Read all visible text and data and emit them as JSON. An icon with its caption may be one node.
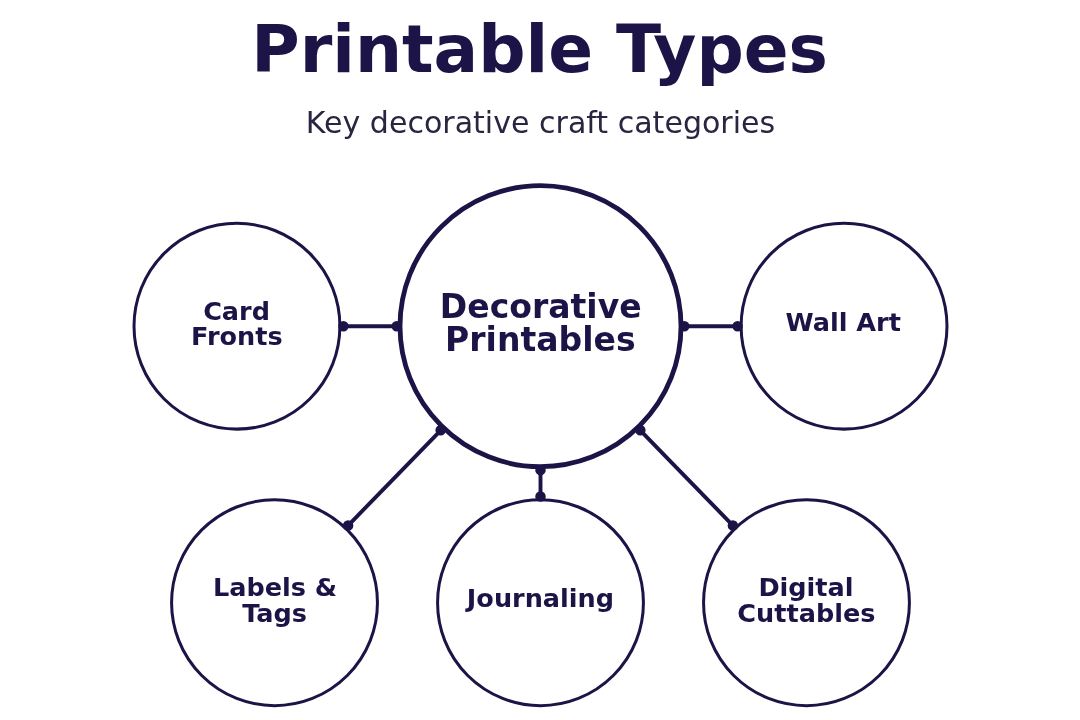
{
  "diagram": {
    "title": "Printable Types",
    "nodes": [
      {
        "text": [
          "Card Fronts"
        ]
      },
      {
        "text": [
          "Wall Art"
        ]
      },
      {
        "text": [
          "Decorative Printables"
        ]
      },
      {
        "text": [
          "Labels & Tags"
        ]
      },
      {
        "text": [
          "Digital Cuttables"
        ]
      },
      {
        "text": [
          "Journaling"
        ]
      }
    ],
    "edges": [
      {
        "from": 0,
        "to": 2,
        "arrow": "other"
      },
      {
        "from": 2,
        "to": 1,
        "arrow": "other"
      },
      {
        "from": 2,
        "to": 3,
        "arrow": "other"
      },
      {
        "from": 2,
        "to": 4,
        "arrow": "other"
      },
      {
        "from": 2,
        "to": 5,
        "arrow": "other"
      }
    ],
    "labels": [
      "Key decorative craft categories"
    ]
  }
}
